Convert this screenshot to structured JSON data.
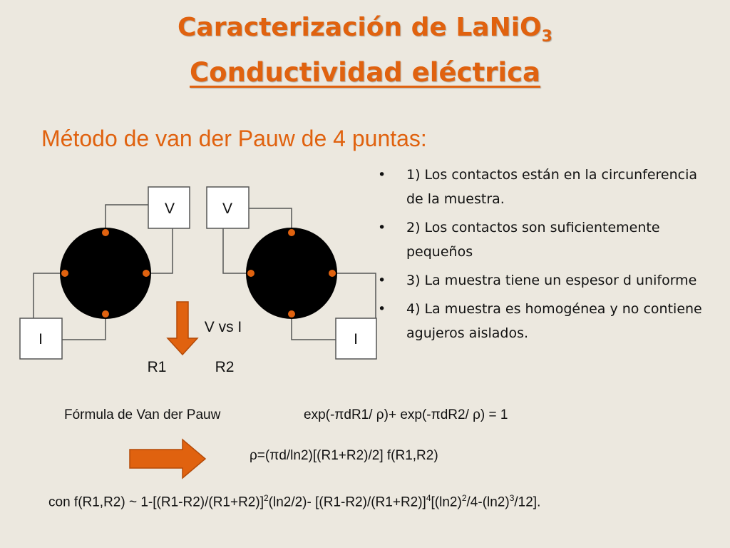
{
  "slide": {
    "title_line1_main": "Caracterización de LaNiO",
    "title_line1_sub": "3",
    "title_line2": "Conductividad eléctrica",
    "subtitle": "Método de van der Pauw de 4 puntas:",
    "bullets": [
      "1) Los contactos están en la circunferencia de la muestra.",
      "2) Los contactos son suficientemente pequeños",
      "3) La muestra tiene un espesor d uniforme",
      "4) La muestra es homogénea y no contiene agujeros aislados."
    ],
    "bullet_symbol": "•"
  },
  "diagram": {
    "left_v_label": "V",
    "right_v_label": "V",
    "left_i_label": "I",
    "right_i_label": "I",
    "vs_label": "V vs I",
    "r1_label": "R1",
    "r2_label": "R2",
    "sample_color": "#000000",
    "contact_color": "#e0620f",
    "arrow_color": "#e0620f"
  },
  "formulas": {
    "label": "Fórmula de Van der Pauw",
    "equation": "exp(-πdR1/ ρ)+ exp(-πdR2/ ρ) = 1",
    "rho": "ρ=(πd/ln2)[(R1+R2)/2] f(R1,R2)",
    "con_p1": "con f(R1,R2) ~ 1-[(R1-R2)/(R1+R2)]",
    "con_sup1": "2",
    "con_p2": "(ln2/2)- [(R1-R2)/(R1+R2)]",
    "con_sup2": "4",
    "con_p3": "[(ln2)",
    "con_sup3": "2",
    "con_p4": "/4-(ln2)",
    "con_sup4": "3",
    "con_p5": "/12]."
  }
}
